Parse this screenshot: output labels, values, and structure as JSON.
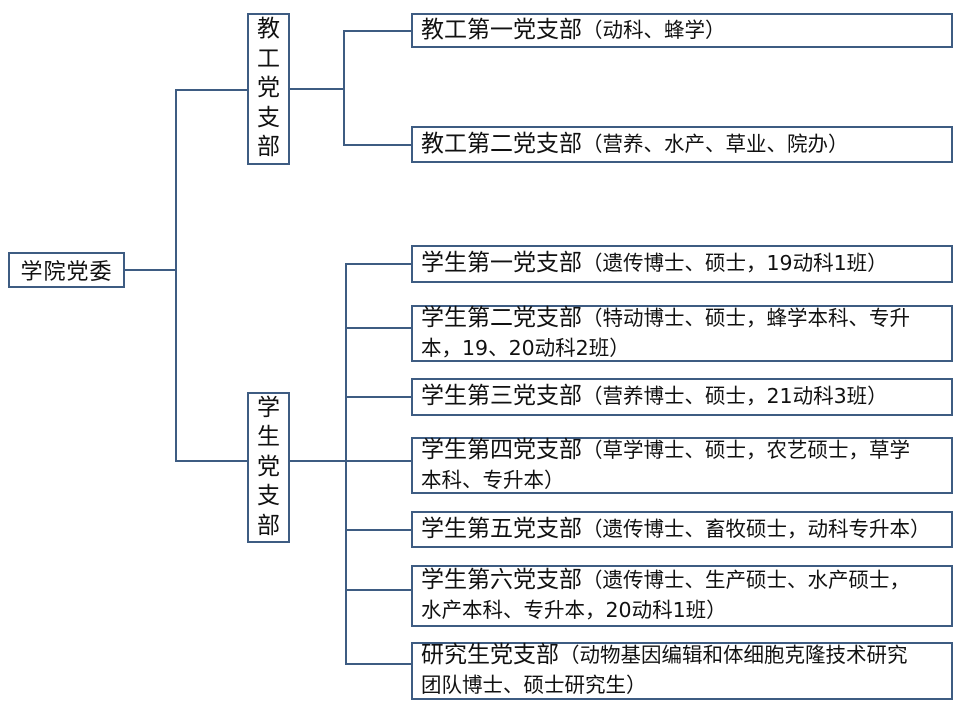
{
  "colors": {
    "line": "#3e5c82",
    "text": "#111111",
    "background": "#ffffff"
  },
  "org_chart": {
    "root": {
      "label": "学院党委"
    },
    "branches": [
      {
        "label": "教工党支部"
      },
      {
        "label": "学生党支部"
      }
    ],
    "leaves": [
      {
        "title": "教工第一党支部",
        "detail": "（动科、蜂学）"
      },
      {
        "title": "教工第二党支部",
        "detail": "（营养、水产、草业、院办）"
      },
      {
        "title": "学生第一党支部",
        "detail": "（遗传博士、硕士，19动科1班）"
      },
      {
        "title": "学生第二党支部",
        "detail": "（特动博士、硕士，蜂学本科、专升本，19、20动科2班）"
      },
      {
        "title": "学生第三党支部",
        "detail": "（营养博士、硕士，21动科3班）"
      },
      {
        "title": "学生第四党支部",
        "detail": "（草学博士、硕士，农艺硕士，草学本科、专升本）"
      },
      {
        "title": "学生第五党支部",
        "detail": "（遗传博士、畜牧硕士，动科专升本）"
      },
      {
        "title": "学生第六党支部",
        "detail": "（遗传博士、生产硕士、水产硕士，水产本科、专升本，20动科1班）"
      },
      {
        "title": "研究生党支部",
        "detail": "（动物基因编辑和体细胞克隆技术研究团队博士、硕士研究生）"
      }
    ]
  }
}
